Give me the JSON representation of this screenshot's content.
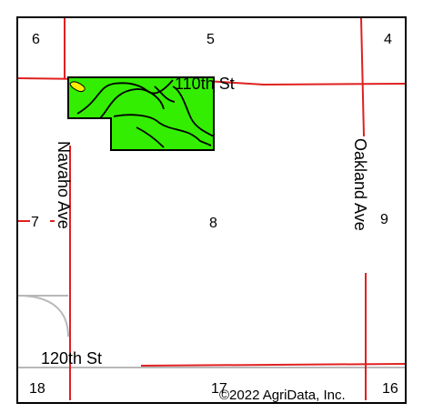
{
  "map": {
    "sections": {
      "s6": "6",
      "s5": "5",
      "s4": "4",
      "s7": "7",
      "s8": "8",
      "s9": "9",
      "s18": "18",
      "s17": "17",
      "s16": "16"
    },
    "roads": {
      "road_110th": "110th St",
      "road_120th": "120th St",
      "road_navaho": "Navaho Ave",
      "road_oakland": "Oakland Ave"
    },
    "copyright": "©2022 AgriData, Inc.",
    "colors": {
      "frame": "#000000",
      "road": "#e02020",
      "section_line": "#b5b5b5",
      "field_fill": "#33ee00",
      "field_outline": "#000000",
      "wetland": "#ffee00"
    }
  }
}
